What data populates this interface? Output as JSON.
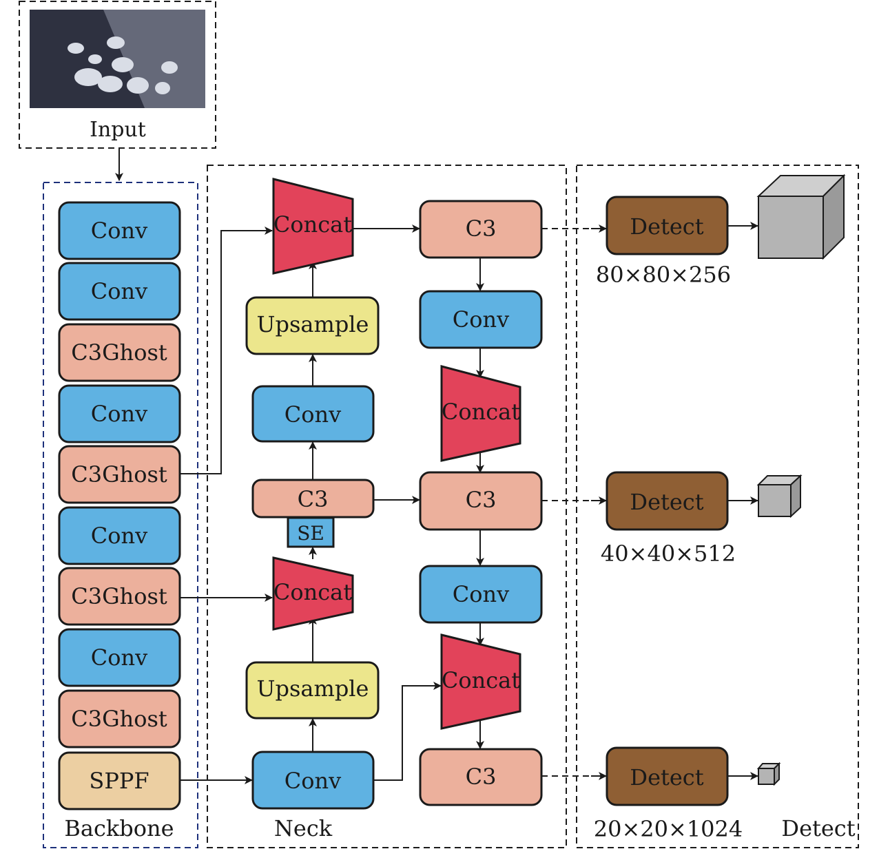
{
  "colors": {
    "conv": "#5fb2e2",
    "c3": "#ecb09c",
    "upsample": "#ece68c",
    "sppf": "#eccfa2",
    "concat": "#e2435a",
    "detect": "#8f5f34",
    "se": "#5fb2e2",
    "cube_front": "#b4b4b4",
    "cube_top": "#cfcfcf",
    "cube_side": "#9a9a9a",
    "photo_dark": "#2e3140",
    "photo_light": "#d9dde6"
  },
  "input": {
    "label": "Input",
    "image": "input-photo-pigs"
  },
  "sections": {
    "backbone": "Backbone",
    "neck": "Neck",
    "detect": "Detect"
  },
  "backbone": [
    "Conv",
    "Conv",
    "C3Ghost",
    "Conv",
    "C3Ghost",
    "Conv",
    "C3Ghost",
    "Conv",
    "C3Ghost",
    "SPPF"
  ],
  "neck": {
    "left": {
      "concat_top": "Concat",
      "upsample_top": "Upsample",
      "conv_mid": "Conv",
      "c3": "C3",
      "se": "SE",
      "concat_mid": "Concat",
      "upsample_bottom": "Upsample",
      "conv_bottom": "Conv"
    },
    "right": {
      "c3_top": "C3",
      "conv_1": "Conv",
      "concat_1": "Concat",
      "c3_mid": "C3",
      "conv_2": "Conv",
      "concat_2": "Concat",
      "c3_bottom": "C3"
    }
  },
  "detect": [
    {
      "label": "Detect",
      "size": "80×80×256"
    },
    {
      "label": "Detect",
      "size": "40×40×512"
    },
    {
      "label": "Detect",
      "size": "20×20×1024"
    }
  ]
}
